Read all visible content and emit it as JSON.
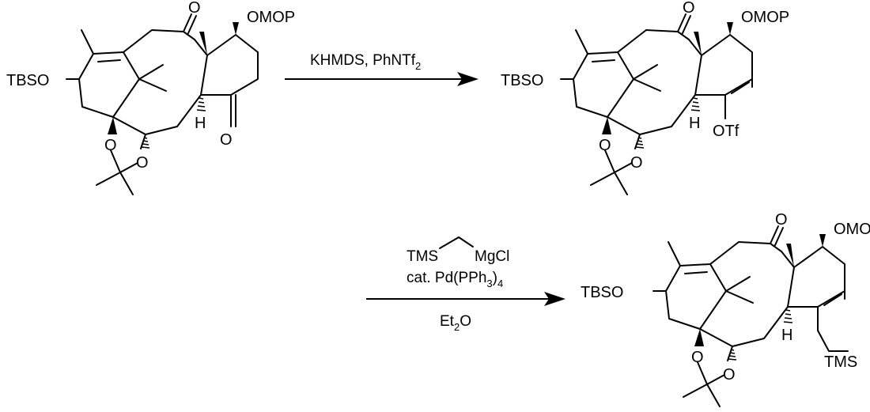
{
  "reaction1": {
    "reagents": "KHMDS, PhNTf",
    "reagents_sub": "2"
  },
  "reaction2": {
    "reagent_tms": "TMS",
    "reagent_mgcl": "MgCl",
    "catalyst_prefix": "cat. Pd(PPh",
    "catalyst_sub": "3",
    "catalyst_suffix": ")",
    "catalyst_sub2": "4",
    "solvent_prefix": "Et",
    "solvent_sub": "2",
    "solvent_suffix": "O"
  },
  "labels": {
    "tbso": "TBSO",
    "omop": "OMOP",
    "o": "O",
    "h": "H",
    "otf": "OTf",
    "tms": "TMS"
  }
}
